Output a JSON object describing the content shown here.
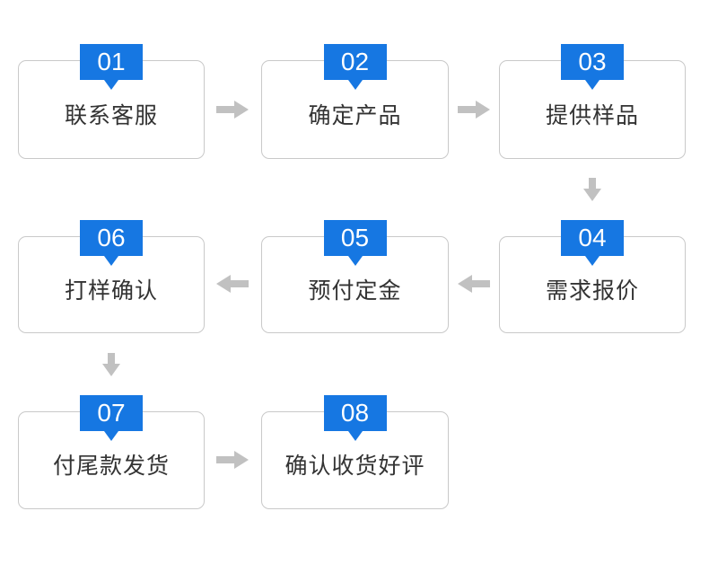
{
  "diagram": {
    "title": "order-process-flow",
    "steps": [
      {
        "number": "01",
        "label": "联系客服"
      },
      {
        "number": "02",
        "label": "确定产品"
      },
      {
        "number": "03",
        "label": "提供样品"
      },
      {
        "number": "04",
        "label": "需求报价"
      },
      {
        "number": "05",
        "label": "预付定金"
      },
      {
        "number": "06",
        "label": "打样确认"
      },
      {
        "number": "07",
        "label": "付尾款发货"
      },
      {
        "number": "08",
        "label": "确认收货好评"
      }
    ],
    "connections": [
      {
        "from": "01",
        "to": "02",
        "direction": "right"
      },
      {
        "from": "02",
        "to": "03",
        "direction": "right"
      },
      {
        "from": "03",
        "to": "04",
        "direction": "down"
      },
      {
        "from": "04",
        "to": "05",
        "direction": "left"
      },
      {
        "from": "05",
        "to": "06",
        "direction": "left"
      },
      {
        "from": "06",
        "to": "07",
        "direction": "down"
      },
      {
        "from": "07",
        "to": "08",
        "direction": "right"
      }
    ],
    "colors": {
      "badge_blue": "#1677e2",
      "arrow_gray": "#c1c1c1",
      "box_border": "#c9c9c9",
      "text": "#333333",
      "background": "#ffffff"
    }
  }
}
